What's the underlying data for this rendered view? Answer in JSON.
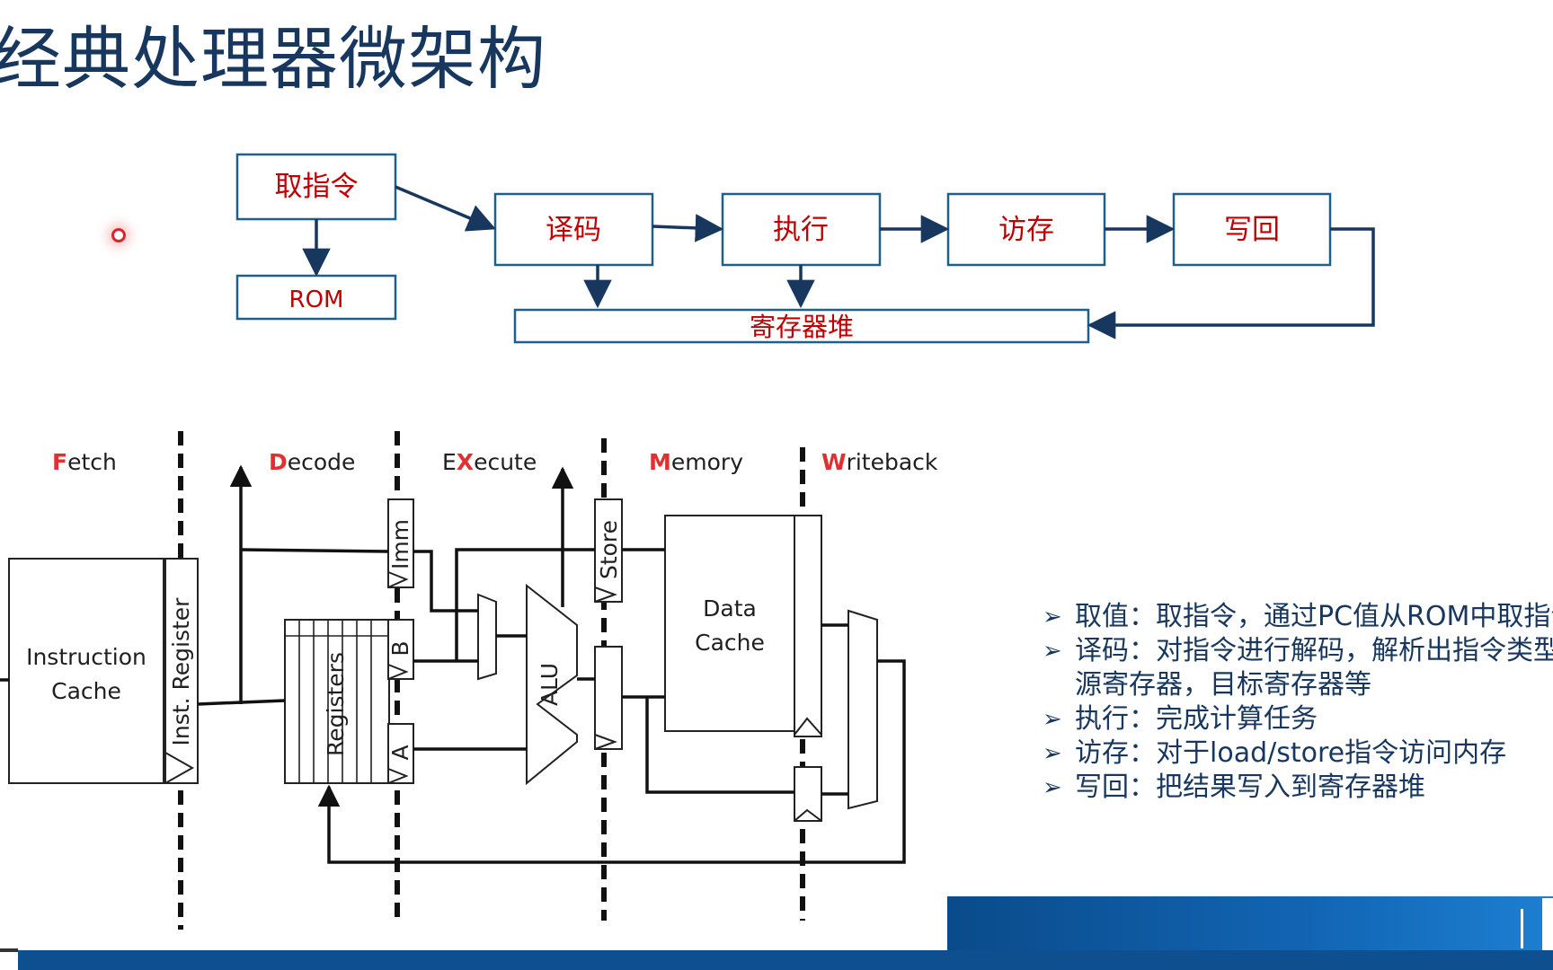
{
  "title": "经典处理器微架构",
  "flow": {
    "fetch": "取指令",
    "rom": "ROM",
    "decode": "译码",
    "execute": "执行",
    "memory": "访存",
    "writeback": "写回",
    "regfile": "寄存器堆"
  },
  "pipeline": {
    "stages": [
      {
        "highlight": "F",
        "rest": "etch"
      },
      {
        "highlight": "D",
        "rest": "ecode"
      },
      {
        "pre": "E",
        "highlight": "X",
        "rest": "ecute"
      },
      {
        "highlight": "M",
        "rest": "emory"
      },
      {
        "highlight": "W",
        "rest": "riteback"
      }
    ],
    "icache_line1": "Instruction",
    "icache_line2": "Cache",
    "inst_register": "Inst. Register",
    "registers": "Registers",
    "imm": "Imm",
    "b": "B",
    "a": "A",
    "alu": "ALU",
    "store": "Store",
    "dcache_line1": "Data",
    "dcache_line2": "Cache"
  },
  "notes": [
    {
      "text": "取值：取指令，通过PC值从ROM中取指令"
    },
    {
      "text": "译码：对指令进行解码，解析出指令类型、",
      "cont": "源寄存器，目标寄存器等"
    },
    {
      "text": "执行：完成计算任务"
    },
    {
      "text": "访存：对于load/store指令访问内存"
    },
    {
      "text": "写回：把结果写入到寄存器堆"
    }
  ],
  "colors": {
    "title": "#17375e",
    "box_border": "#1f5f8b",
    "box_text": "#c00000",
    "arrow": "#17375e",
    "highlight": "#e03030",
    "footer": "#0e4f8f"
  }
}
